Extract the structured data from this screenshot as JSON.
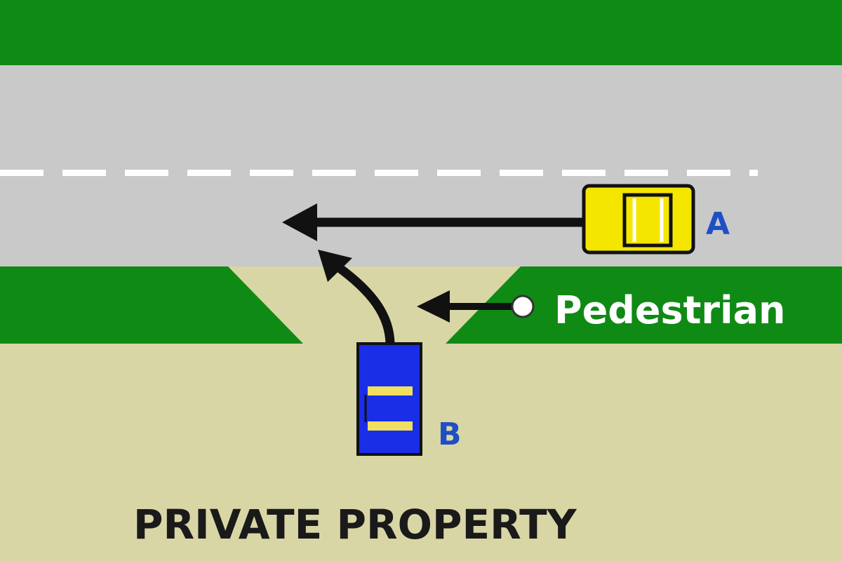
{
  "labels": {
    "vehicle_a": "A",
    "vehicle_b": "B",
    "pedestrian": "Pedestrian",
    "area": "PRIVATE PROPERTY"
  },
  "colors": {
    "grass": "#0f8a14",
    "road": "#c9c9c9",
    "private_property": "#d9d6a6",
    "vehicle_a": "#f5e600",
    "vehicle_b": "#1a2ee8",
    "label_blue": "#1f4fc4",
    "arrow": "#111111"
  }
}
